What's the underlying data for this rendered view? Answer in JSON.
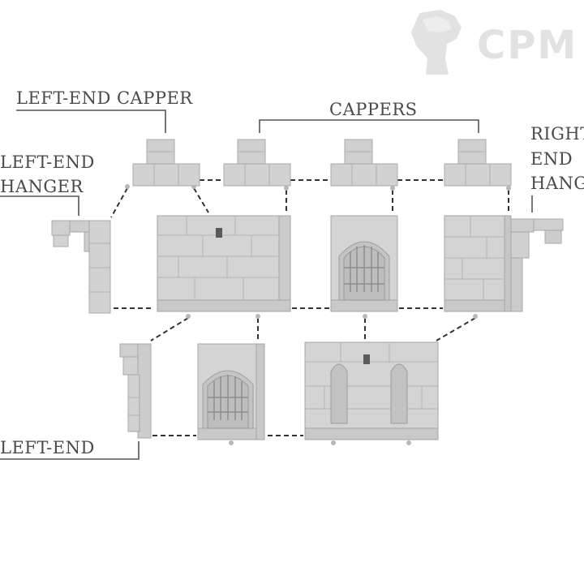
{
  "logo": {
    "text": "CPM",
    "icon": "fist-icon",
    "color": "#e2e2e2"
  },
  "labels": {
    "left_end_capper": "LEFT-END CAPPER",
    "cappers": "CAPPERS",
    "left_end_hanger_1": "LEFT-END",
    "left_end_hanger_2": "HANGER",
    "right_end_hanger_1": "RIGHT-",
    "right_end_hanger_2": "END",
    "right_end_hanger_3": "HANGE",
    "left_end": "LEFT-END"
  },
  "colors": {
    "stone": "#cfcfcf",
    "stone_dark": "#a9a9a9",
    "line": "#333333",
    "text": "#4a4a4a"
  }
}
